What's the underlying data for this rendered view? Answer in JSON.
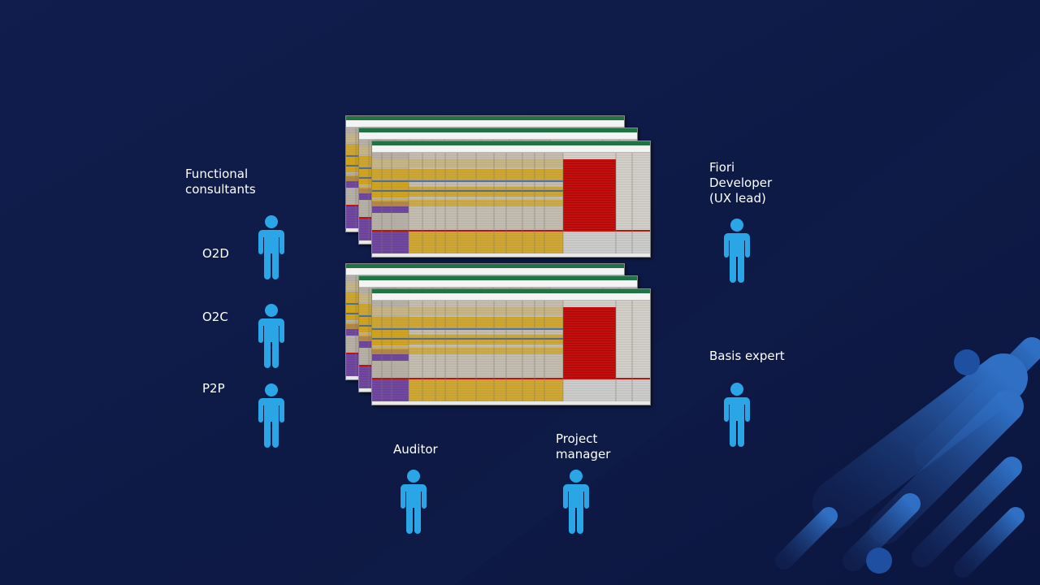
{
  "roles": {
    "functional_consultants": "Functional\nconsultants",
    "o2d": "O2D",
    "o2c": "O2C",
    "p2p": "P2P",
    "fiori_developer": "Fiori\nDeveloper\n(UX lead)",
    "basis_expert": "Basis expert",
    "auditor": "Auditor",
    "project_manager": "Project\nmanager"
  },
  "colors": {
    "background": "#0e1a45",
    "person": "#2aa6e6",
    "spreadsheet_header": "#217346",
    "highlight_yellow": "#d4a514",
    "highlight_purple": "#6b3fa0",
    "highlight_red": "#c00000"
  },
  "icons": {
    "person": "person-icon",
    "spreadsheet": "spreadsheet-screenshot"
  }
}
